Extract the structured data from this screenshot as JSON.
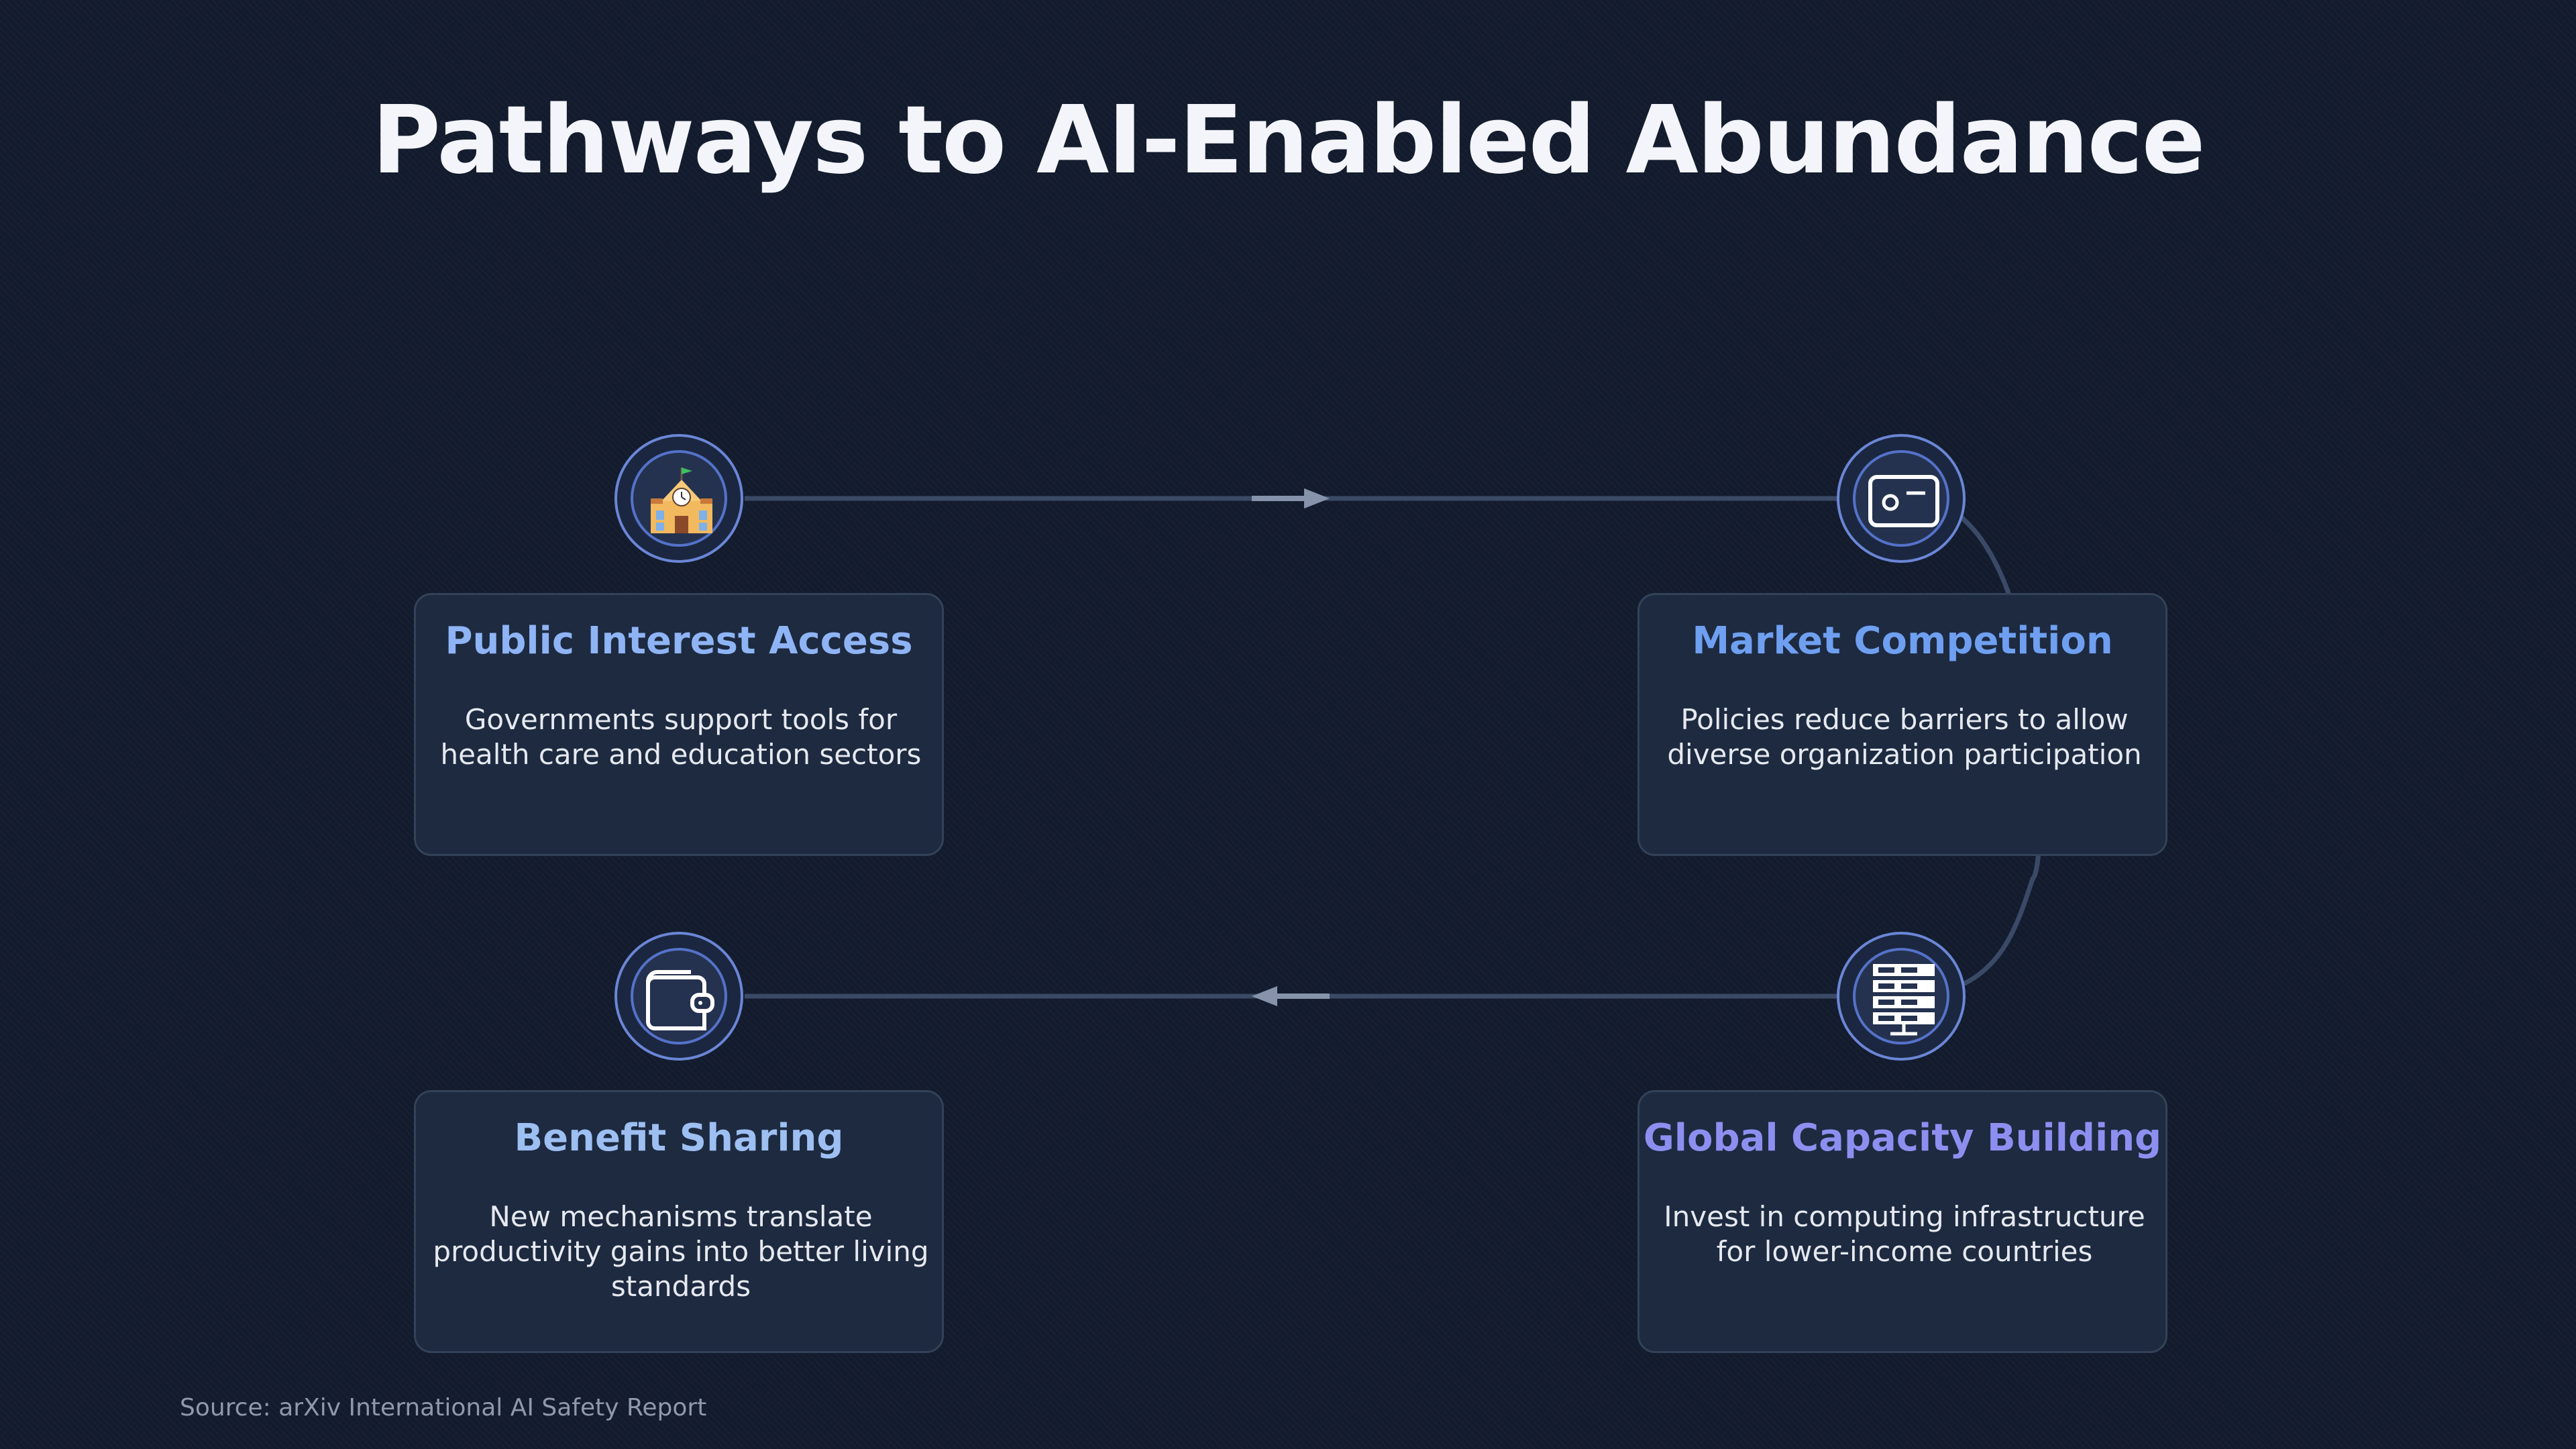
{
  "title": "Pathways to AI-Enabled Abundance",
  "source": "Source: arXiv International AI Safety Report",
  "colors": {
    "background": "#131c2e",
    "card_background": "#1d2a40",
    "card_border": "#334258",
    "connector": "#3a4a66",
    "arrow": "#8793aa",
    "node_ring": "#6b86d6"
  },
  "pathways": [
    {
      "title": "Public Interest Access",
      "description": "Governments support tools for health care and education sectors",
      "icon": "school-icon",
      "title_color": "#8fb4f5"
    },
    {
      "title": "Market Competition",
      "description": "Policies reduce barriers to allow diverse organization participation",
      "icon": "id-card-icon",
      "title_color": "#6f9ff0"
    },
    {
      "title": "Benefit Sharing",
      "description": "New mechanisms translate productivity gains into better living standards",
      "icon": "wallet-icon",
      "title_color": "#9dbff2"
    },
    {
      "title": "Global Capacity Building",
      "description": "Invest in computing infrastructure for lower-income countries",
      "icon": "server-icon",
      "title_color": "#8d8ff0"
    }
  ]
}
